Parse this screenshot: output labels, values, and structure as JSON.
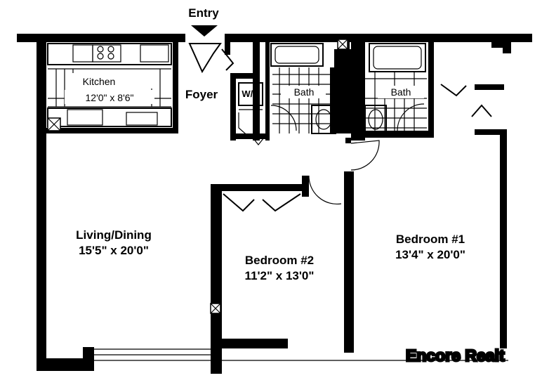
{
  "plan": {
    "entry_label": "Entry",
    "foyer_label": "Foyer",
    "washer_dryer_label": "W/D",
    "kitchen": {
      "name": "Kitchen",
      "size": "12'0\" x 8'6\""
    },
    "bath_left_label": "Bath",
    "bath_right_label": "Bath",
    "living": {
      "name": "Living/Dining",
      "size": "15'5\" x 20'0\""
    },
    "bedroom2": {
      "name": "Bedroom #2",
      "size": "11'2\" x 13'0\""
    },
    "bedroom1": {
      "name": "Bedroom #1",
      "size": "13'4\" x 20'0\""
    },
    "watermark": "Encore Realt"
  }
}
